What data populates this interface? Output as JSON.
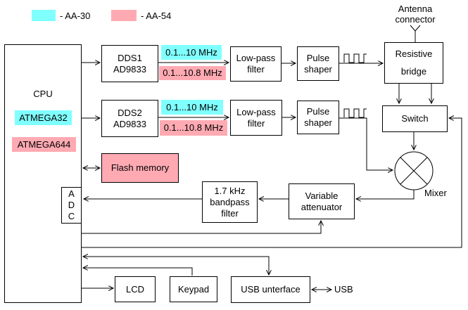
{
  "colors": {
    "aa30_highlight": "#80FFFF",
    "aa54_highlight": "#FFAAB3",
    "line": "#000000",
    "background": "#FFFFFF"
  },
  "legend": {
    "aa30": {
      "label": "- AA-30",
      "swatch_color": "#80FFFF"
    },
    "aa54": {
      "label": "- AA-54",
      "swatch_color": "#FFAAB3"
    }
  },
  "antenna": {
    "line1": "Antenna",
    "line2": "connector"
  },
  "cpu": {
    "label": "CPU",
    "chip_aa30": "ATMEGA32",
    "chip_aa54": "ATMEGA644"
  },
  "dds1": {
    "line1": "DDS1",
    "line2": "AD9833"
  },
  "dds2": {
    "line1": "DDS2",
    "line2": "AD9833"
  },
  "freq": {
    "aa30": "0.1...10 MHz",
    "aa54": "0.1...10.8 MHz"
  },
  "lowpass": {
    "line1": "Low-pass",
    "line2": "filter"
  },
  "pulse": {
    "line1": "Pulse",
    "line2": "shaper"
  },
  "bridge": {
    "line1": "Resistive",
    "line2": "bridge"
  },
  "switch": {
    "label": "Switch"
  },
  "mixer": {
    "label": "Mixer"
  },
  "flash": {
    "label": "Flash memory"
  },
  "adc": {
    "l1": "A",
    "l2": "D",
    "l3": "C"
  },
  "bandpass": {
    "line1": "1.7 kHz",
    "line2": "bandpass",
    "line3": "filter"
  },
  "attenuator": {
    "line1": "Variable",
    "line2": "attenuator"
  },
  "lcd": {
    "label": "LCD"
  },
  "keypad": {
    "label": "Keypad"
  },
  "usb_interface": {
    "label": "USB unterface"
  },
  "usb_port": {
    "label": "USB"
  }
}
